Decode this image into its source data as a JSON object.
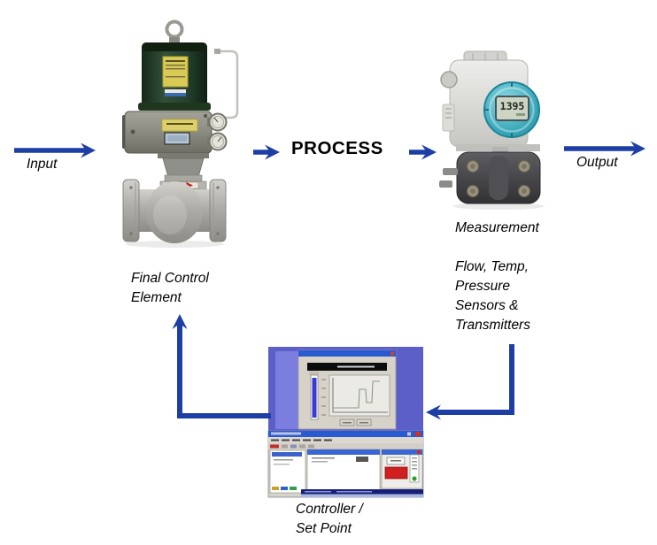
{
  "colors": {
    "arrow_blue": "#1c3ea5",
    "label_text": "#000000",
    "background": "#ffffff",
    "transmitter_bezel_teal": "#3aa8ba",
    "controller_desktop_blue": "#5b5fc7",
    "controller_alert_red": "#cf1f1f"
  },
  "labels": {
    "input": "Input",
    "process": "PROCESS",
    "output": "Output",
    "measurement": "Measurement",
    "sensors": "Flow, Temp,\nPressure\nSensors &\nTransmitters",
    "final_control_element": "Final Control\nElement",
    "controller_set_point": "Controller /\nSet Point"
  },
  "images": {
    "final_control_element": "pneumatic-control-valve-photo",
    "measurement": "differential-pressure-transmitter-photo",
    "controller": "pc-control-software-screenshot"
  },
  "transmitter": {
    "display_value": "1395"
  }
}
